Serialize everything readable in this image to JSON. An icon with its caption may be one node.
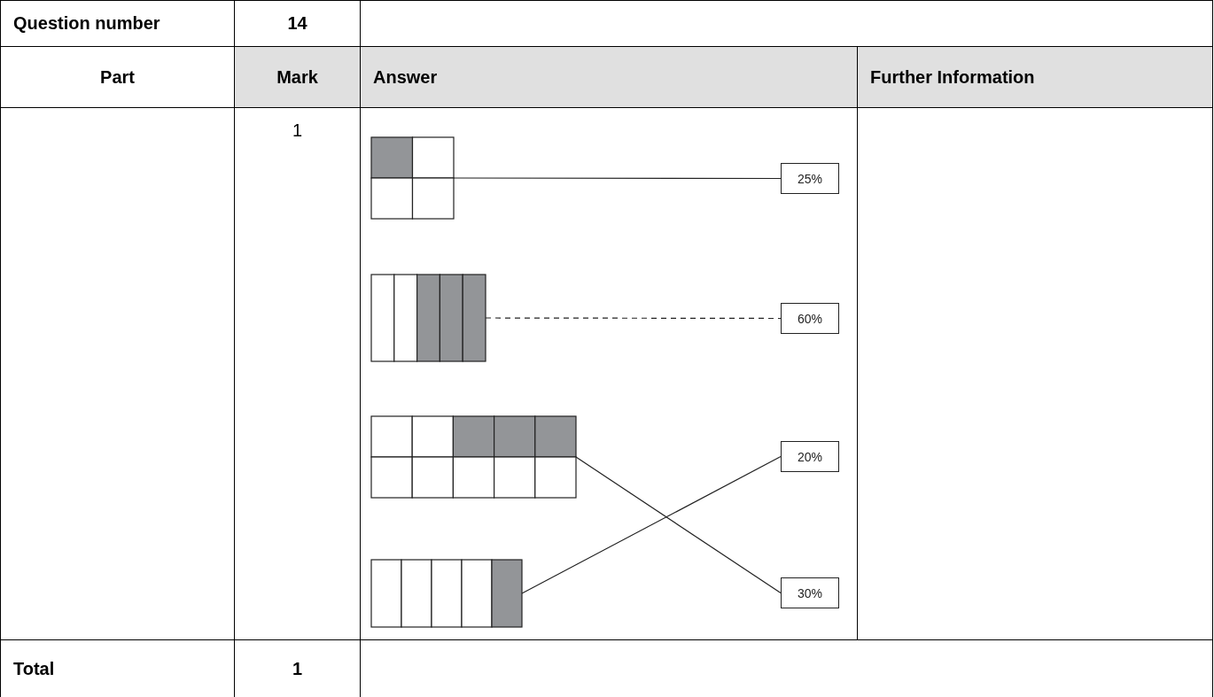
{
  "diagram": {
    "nodes": [
      {
        "text": [],
        "shape": "grid"
      },
      {
        "text": [],
        "shape": "grid"
      },
      {
        "text": [],
        "shape": "grid"
      },
      {
        "text": [],
        "shape": "grid"
      },
      {
        "text": [
          "25%"
        ]
      },
      {
        "text": [
          "60%"
        ]
      },
      {
        "text": [
          "20%"
        ]
      },
      {
        "text": [
          "30%"
        ]
      }
    ],
    "edges": [
      {
        "from": 0,
        "to": 4,
        "arrow": "none"
      },
      {
        "from": 1,
        "to": 5,
        "arrow": "none",
        "style": "dashed"
      },
      {
        "from": 2,
        "to": 7,
        "arrow": "none"
      },
      {
        "from": 3,
        "to": 6,
        "arrow": "none"
      }
    ],
    "labels": [
      "Question number",
      "14",
      "Part",
      "Mark",
      "Answer",
      "Further Information",
      "1",
      "Total",
      "1"
    ]
  }
}
